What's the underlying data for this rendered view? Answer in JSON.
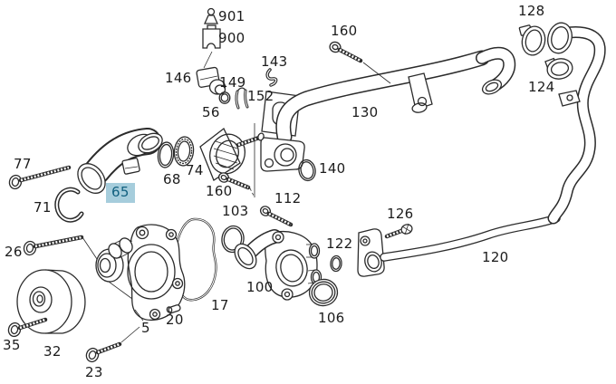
{
  "diagram": {
    "kind": "exploded-parts-diagram",
    "background_color": "#ffffff",
    "line_color": "#2b2b2b",
    "label_color": "#1c1c1c",
    "highlighted_part": "65",
    "highlight_bg": "#a6cddc",
    "highlight_text": "#11607f",
    "labels": [
      {
        "num": "901",
        "shape": "cap"
      },
      {
        "num": "900",
        "shape": "retainer-housing"
      },
      {
        "num": "146",
        "shape": "sensor"
      },
      {
        "num": "149",
        "shape": "o-ring"
      },
      {
        "num": "143",
        "shape": "clip"
      },
      {
        "num": "152",
        "shape": "clip"
      },
      {
        "num": "56",
        "shape": "thermostat"
      },
      {
        "num": "160",
        "shape": "bolt"
      },
      {
        "num": "128",
        "shape": "hose-clamp"
      },
      {
        "num": "124",
        "shape": "hose-clamp"
      },
      {
        "num": "130",
        "shape": "coolant-pipe"
      },
      {
        "num": "77",
        "shape": "bolt"
      },
      {
        "num": "74",
        "shape": "seal-ring"
      },
      {
        "num": "68",
        "shape": "o-ring"
      },
      {
        "num": "65",
        "shape": "coolant-hose",
        "highlighted": true
      },
      {
        "num": "160",
        "shape": "bolt"
      },
      {
        "num": "71",
        "shape": "clip"
      },
      {
        "num": "140",
        "shape": "o-ring"
      },
      {
        "num": "103",
        "shape": "o-ring"
      },
      {
        "num": "112",
        "shape": "bolt"
      },
      {
        "num": "126",
        "shape": "bolt"
      },
      {
        "num": "26",
        "shape": "bolt"
      },
      {
        "num": "122",
        "shape": "o-ring"
      },
      {
        "num": "120",
        "shape": "coolant-pipe"
      },
      {
        "num": "100",
        "shape": "connector-housing"
      },
      {
        "num": "17",
        "shape": "gasket"
      },
      {
        "num": "106",
        "shape": "seal-ring"
      },
      {
        "num": "5",
        "shape": "water-pump"
      },
      {
        "num": "20",
        "shape": "dowel-pin"
      },
      {
        "num": "32",
        "shape": "pulley"
      },
      {
        "num": "35",
        "shape": "bolt"
      },
      {
        "num": "23",
        "shape": "bolt"
      }
    ]
  }
}
